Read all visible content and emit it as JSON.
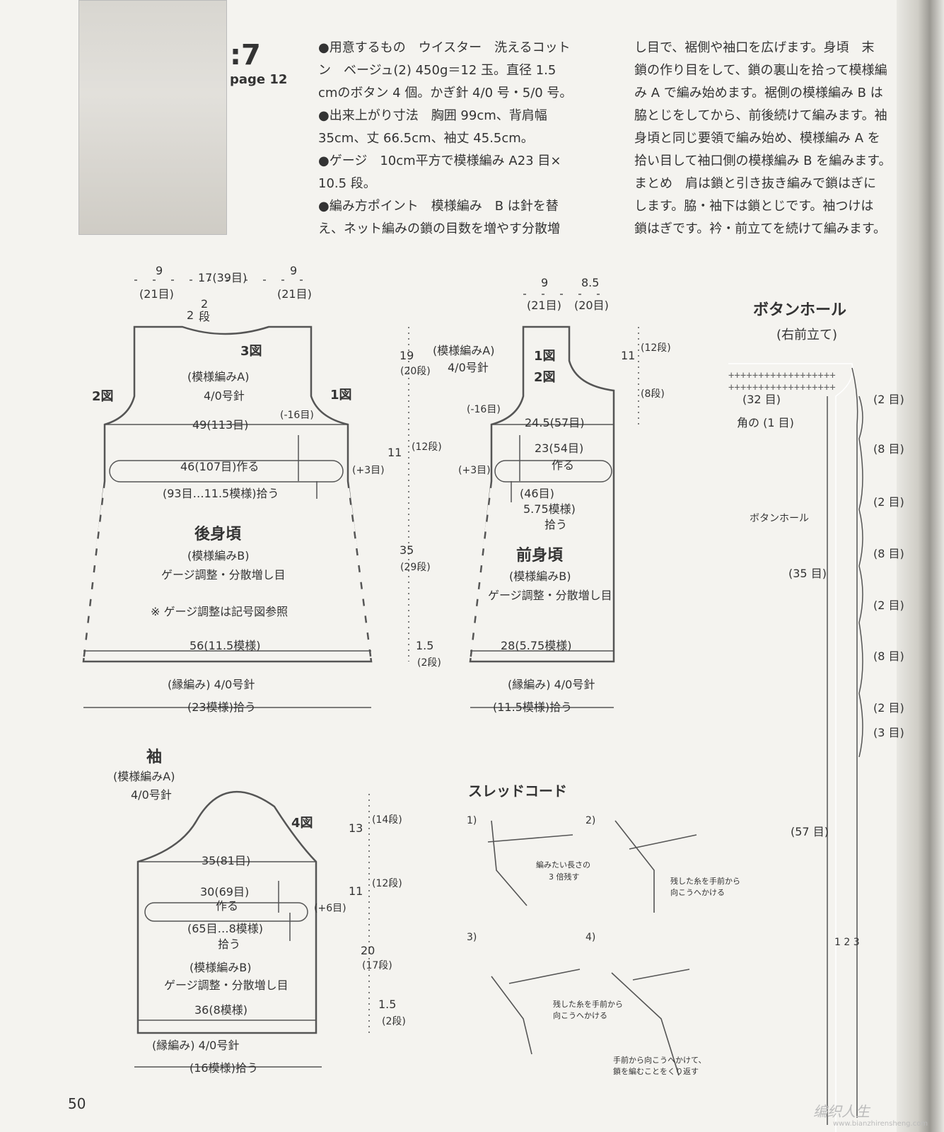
{
  "header": {
    "number": ":7",
    "page_ref": "page 12"
  },
  "intro": {
    "col1": [
      "●用意するもの　ウイスター　洗えるコット",
      "ン　ベージュ(2) 450g＝12 玉。直径 1.5",
      "cmのボタン 4 個。かぎ針 4/0 号・5/0 号。",
      "●出来上がり寸法　胸囲 99cm、背肩幅",
      "35cm、丈 66.5cm、袖丈 45.5cm。",
      "●ゲージ　10cm平方で模様編み A23 目×",
      "10.5 段。",
      "●編み方ポイント　模様編み　B は針を替",
      "え、ネット編みの鎖の目数を増やす分散増"
    ],
    "col2": [
      "し目で、裾側や袖口を広げます。身頃　末",
      "鎖の作り目をして、鎖の裏山を拾って模様編",
      "み A で編み始めます。裾側の模様編み B は",
      "脇とじをしてから、前後続けて編みます。袖",
      "身頃と同じ要領で編み始め、模様編み A を",
      "拾い目して袖口側の模様編み B を編みます。",
      "まとめ　肩は鎖と引き抜き編みで鎖はぎに",
      "します。脇・袖下は鎖とじです。袖つけは",
      "鎖はぎです。衿・前立てを続けて編みます。"
    ]
  },
  "back": {
    "top_dims": [
      "9",
      "17(39目)",
      "9"
    ],
    "top_sub": [
      "(21目)",
      "(21目)"
    ],
    "neck": [
      "2",
      "2",
      "段"
    ],
    "fig3": "3図",
    "fig2": "2図",
    "fig1": "1図",
    "patA": "(模様編みA)",
    "needle": "4/0号針",
    "dec": "(-16目)",
    "chest": "49(113目)",
    "make": "46(107目)作る",
    "inc": "(+3目)",
    "pick": "(93目…11.5模様)拾う",
    "name": "後身頃",
    "patB": "(模様編みB)",
    "gauge": "ゲージ調整・分散増し目",
    "note": "※ ゲージ調整は記号図参照",
    "hem": "56(11.5模様)",
    "edge": "(縁編み) 4/0号針",
    "edge_pick": "(23模様)拾う",
    "vert": {
      "a": "19",
      "a_r": "(20段)",
      "b": "11",
      "b_r": "(12段)",
      "c": "35",
      "c_r": "(29段)",
      "d": "1.5",
      "d_r": "(2段)"
    }
  },
  "front": {
    "top_dims": [
      "9",
      "8.5"
    ],
    "top_sub": [
      "(21目)",
      "(20目)"
    ],
    "patA": "(模様編みA)",
    "needle": "4/0号針",
    "fig1": "1図",
    "fig2": "2図",
    "dec": "(-16目)",
    "chest": "24.5(57目)",
    "make1": "23(54目)",
    "make2": "作る",
    "inc": "(+3目)",
    "pick1": "(46目)",
    "pick2": "5.75模様)",
    "pick3": "拾う",
    "name": "前身頃",
    "patB": "(模様編みB)",
    "gauge": "ゲージ調整・分散増し目",
    "hem": "28(5.75模様)",
    "edge": "(縁編み) 4/0号針",
    "edge_pick": "(11.5模様)拾う",
    "vert": {
      "a": "11",
      "a_r": "(12段)",
      "b": "(8段)"
    }
  },
  "sleeve": {
    "title": "袖",
    "patA": "(模様編みA)",
    "needle": "4/0号針",
    "fig4": "4図",
    "w1": "35(81目)",
    "make1": "30(69目)",
    "make2": "作る",
    "inc": "(+6目)",
    "pick1": "(65目…8模様)",
    "pick2": "拾う",
    "patB": "(模様編みB)",
    "gauge": "ゲージ調整・分散増し目",
    "hem": "36(8模様)",
    "edge": "(縁編み) 4/0号針",
    "edge_pick": "(16模様)拾う",
    "vert": {
      "a": "13",
      "a_r": "(14段)",
      "b": "11",
      "b_r": "(12段)",
      "c": "20",
      "c_r": "(17段)",
      "d": "1.5",
      "d_r": "(2段)"
    }
  },
  "buttonhole": {
    "title": "ボタンホール",
    "sub": "(右前立て)",
    "l1": "(32 目)",
    "l2": "角の (1 目)",
    "bh": "ボタンホール",
    "l35": "(35 目)",
    "l57": "(57 目)",
    "r": [
      "(2 目)",
      "(8 目)",
      "(2 目)",
      "(8 目)",
      "(2 目)",
      "(8 目)",
      "(2 目)",
      "(3 目)"
    ],
    "nums": "1 2 3"
  },
  "cord": {
    "title": "スレッドコード",
    "s1": "1)",
    "s2": "2)",
    "s3": "3)",
    "s4": "4)",
    "n1a": "編みたい長さの",
    "n1b": "3 倍残す",
    "n2a": "残した糸を手前から",
    "n2b": "向こうへかける",
    "n3a": "残した糸を手前から",
    "n3b": "向こうへかける",
    "n4a": "手前から向こうへかけて、",
    "n4b": "鎖を編むことをくり返す"
  },
  "footer": {
    "page": "50",
    "watermark": "编织人生",
    "wm_url": "www.bianzhirensheng.com"
  }
}
